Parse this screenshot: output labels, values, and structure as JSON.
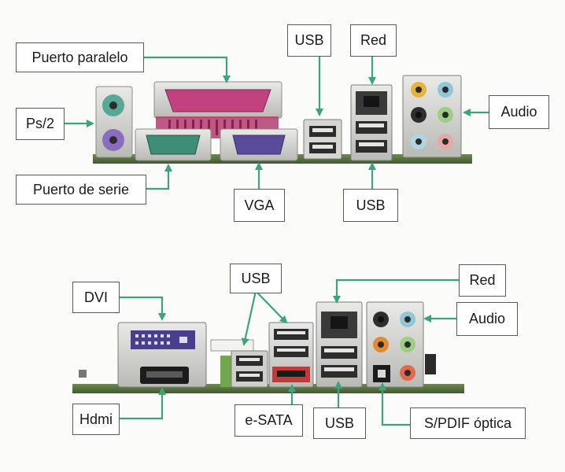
{
  "colors": {
    "arrow": "#3aa57a",
    "parallel": "#c2427f",
    "serial": "#3e8d76",
    "vga": "#5a4a9a",
    "ps2_mouse": "#58a896",
    "ps2_kb": "#8a6cc0",
    "esata": "#c23a3a"
  },
  "top_panel": {
    "labels": {
      "puerto_paralelo": "Puerto paralelo",
      "ps2": "Ps/2",
      "puerto_serie": "Puerto de serie",
      "vga": "VGA",
      "usb_top": "USB",
      "red": "Red",
      "audio": "Audio",
      "usb_bottom": "USB"
    }
  },
  "bottom_panel": {
    "labels": {
      "dvi": "DVI",
      "usb_top": "USB",
      "red": "Red",
      "audio": "Audio",
      "hdmi": "Hdmi",
      "esata": "e-SATA",
      "usb_bottom": "USB",
      "spdif": "S/PDIF óptica"
    }
  }
}
